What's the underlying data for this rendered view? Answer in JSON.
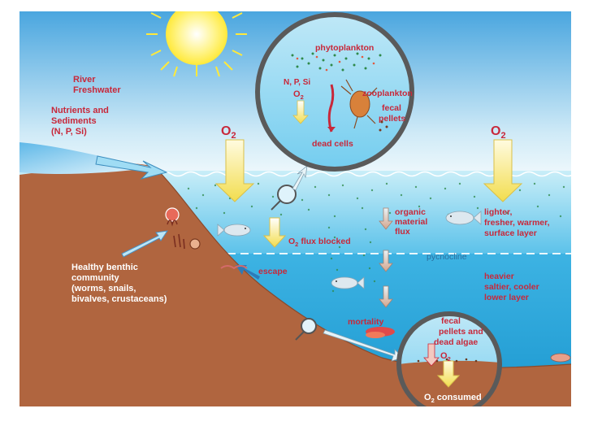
{
  "colors": {
    "sky_top": "#4aa6df",
    "sky_bottom": "#e6f4fb",
    "water_surface": "#7fd1ee",
    "water_deep": "#1f9fd6",
    "seabed": "#b0653f",
    "label_red": "#c8283a",
    "o2_arrow": "#f6e56f",
    "sun": "#ffef45"
  },
  "labels": {
    "river": "River",
    "freshwater": "Freshwater",
    "nutrients_1": "Nutrients and",
    "nutrients_2": "Sediments",
    "nutrients_3": "(N, P, Si)",
    "o2_left": "O",
    "o2_right": "O",
    "o2_sub": "2",
    "o2_flux_blocked": "flux blocked",
    "escape": "escape",
    "pycnocline": "pycnocline",
    "organic_1": "organic",
    "organic_2": "material",
    "organic_3": "flux",
    "surface_1": "lighter,",
    "surface_2": "fresher, warmer,",
    "surface_3": "surface layer",
    "deep_1": "heavier",
    "deep_2": "saltier, cooler",
    "deep_3": "lower layer",
    "benthic_1": "Healthy benthic",
    "benthic_2": "community",
    "benthic_3": "(worms, snails,",
    "benthic_4": "bivalves, crustaceans)",
    "mortality": "mortality"
  },
  "inset_top": {
    "phytoplankton": "phytoplankton",
    "nutrients": "N, P, Si",
    "o2": "O",
    "zooplankton": "zooplankton",
    "fecal_1": "fecal",
    "fecal_2": "pellets",
    "dead_cells": "dead cells"
  },
  "inset_bottom": {
    "fecal_1": "fecal",
    "fecal_2": "pellets and",
    "fecal_3": "dead algae",
    "o2": "O",
    "consumed": "consumed"
  }
}
